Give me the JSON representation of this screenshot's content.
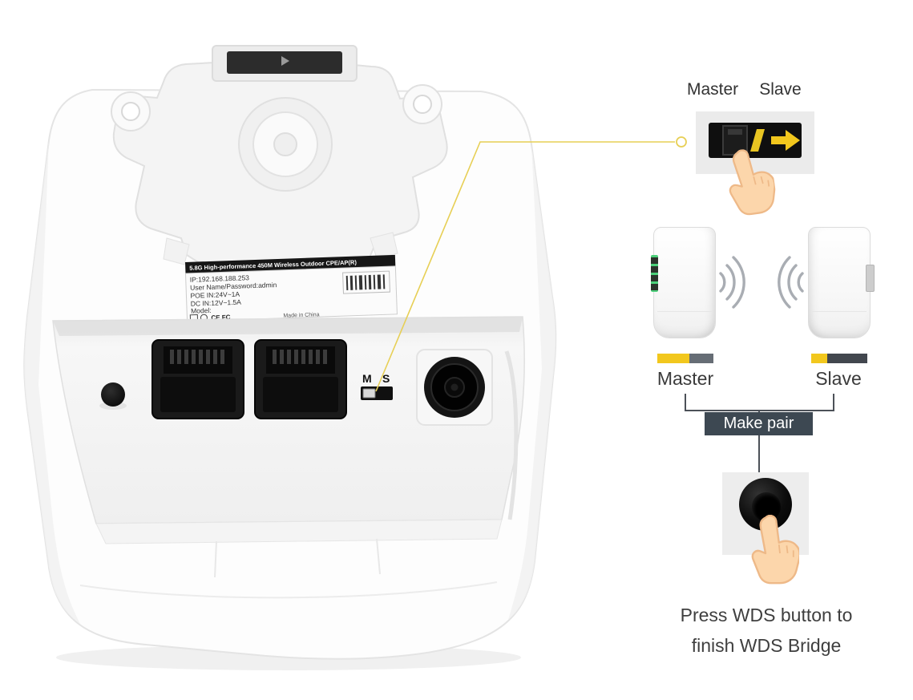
{
  "device": {
    "sticker": {
      "header": "5.8G High-performance 450M Wireless Outdoor CPE/AP(R)",
      "line_ip": "IP:192.168.188.253",
      "line_user": "User Name/Password:admin",
      "line_poe": "POE IN:24V~1A",
      "line_dc": "DC IN:12V~1.5A",
      "line_model": "Model:",
      "certs": "CE FC",
      "made_in": "Made in China"
    },
    "switch_m": "M",
    "switch_s": "S"
  },
  "annotations": {
    "top": {
      "master": "Master",
      "slave": "Slave"
    },
    "pair": {
      "master": "Master",
      "slave": "Slave"
    },
    "make_pair": "Make pair",
    "footer": {
      "line1": "Press WDS button to",
      "line2": "finish WDS Bridge"
    }
  },
  "colors": {
    "accent_yellow": "#F2C71D",
    "callout_yellow": "#E7CF55",
    "dark_slate": "#3D4852",
    "text_dark": "#3F3F3F",
    "hand_skin": "#FCD6AB",
    "wifi_gray": "#A9ADB3"
  }
}
